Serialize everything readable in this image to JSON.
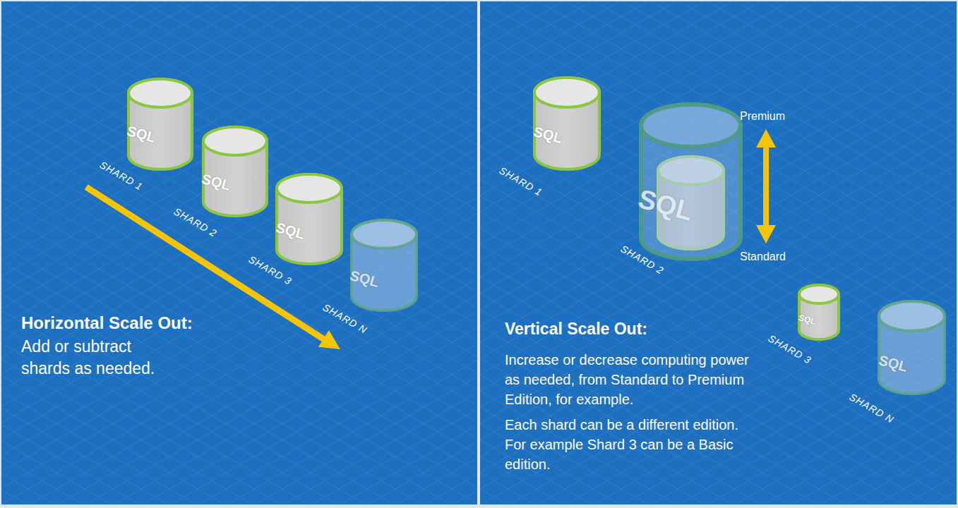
{
  "diagram": {
    "nodes": [
      {
        "text": [
          "SQL",
          "SHARD 1"
        ]
      },
      {
        "text": [
          "SQL",
          "SHARD 2"
        ]
      },
      {
        "text": [
          "SQL",
          "SHARD 3"
        ]
      },
      {
        "text": [
          "SQL",
          "SHARD N"
        ]
      },
      {
        "text": [
          "SQL",
          "SHARD 1"
        ]
      },
      {
        "text": [
          "SQL",
          "SHARD 2"
        ]
      },
      {
        "text": [
          "SQL",
          "SHARD 3"
        ]
      },
      {
        "text": [
          "SQL",
          "SHARD N"
        ]
      }
    ],
    "labels": [
      "Horizontal Scale Out:",
      "Add or subtract shards as needed.",
      "Premium",
      "Standard",
      "Vertical Scale Out:",
      "Increase or decrease computing power as needed, from Standard to Premium Edition, for example.",
      "Each shard can be a different edition. For example Shard 3 can be a Basic edition."
    ]
  }
}
